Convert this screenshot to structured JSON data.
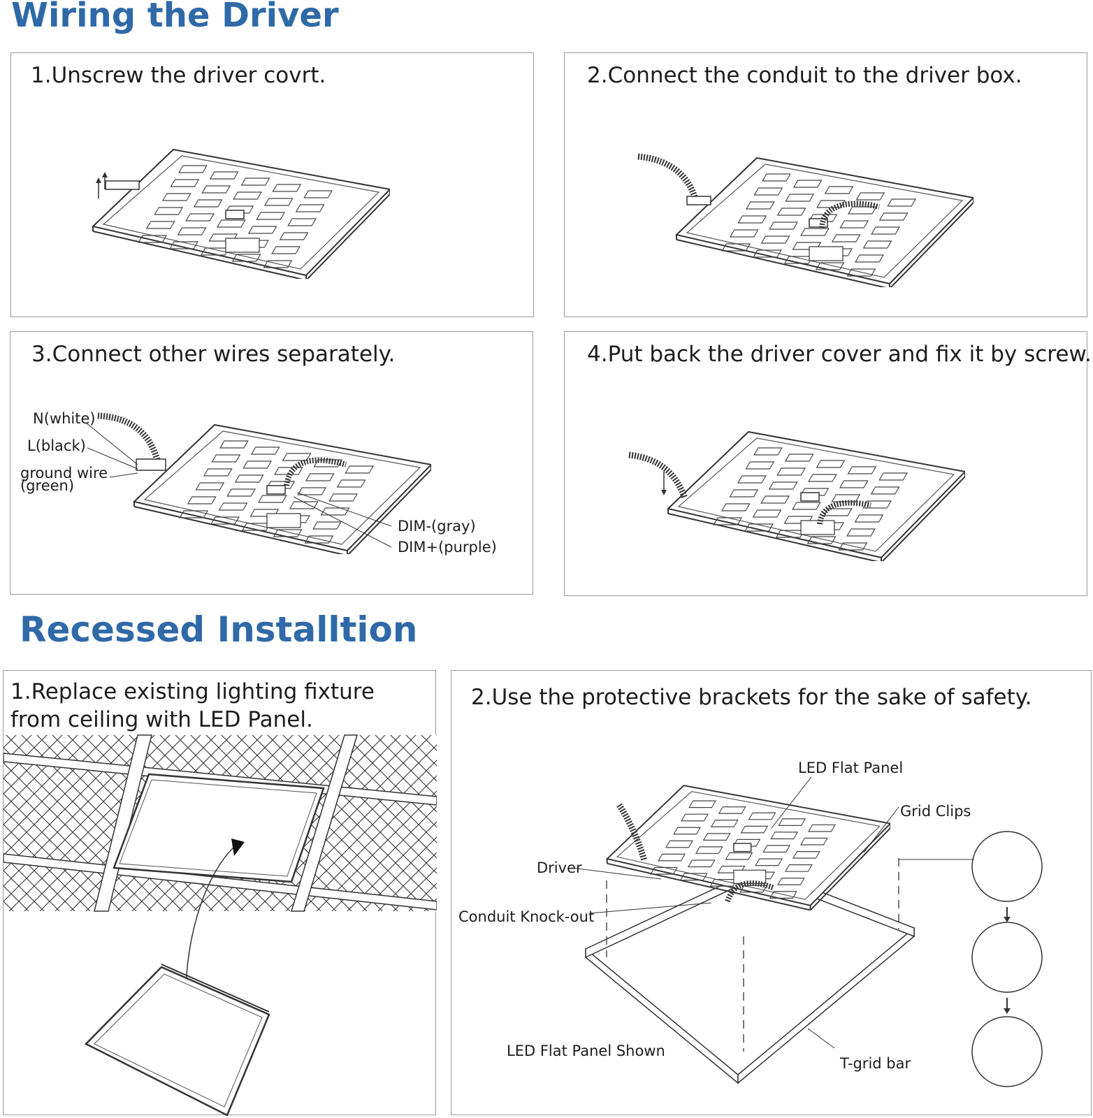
{
  "wiring": {
    "title": "Wiring the Driver",
    "steps": [
      {
        "caption": "1.Unscrew the driver covrt."
      },
      {
        "caption": "2.Connect the conduit to the driver box."
      },
      {
        "caption": "3.Connect other wires separately.",
        "labels": {
          "n_white": "N(white)",
          "l_black": "L(black)",
          "ground_wire": "ground wire",
          "ground_green": "(green)",
          "dim_minus": "DIM-(gray)",
          "dim_plus": "DIM+(purple)"
        }
      },
      {
        "caption": "4.Put back the driver cover and fix it by screw."
      }
    ]
  },
  "recessed": {
    "title": "Recessed Installtion",
    "step1": {
      "caption_line1": "1.Replace existing lighting fixture",
      "caption_line2": "from ceiling with LED Panel."
    },
    "step2": {
      "caption": "2.Use the protective brackets for the sake of safety.",
      "labels": {
        "led_flat_panel": "LED Flat Panel",
        "grid_clips": "Grid Clips",
        "driver": "Driver",
        "conduit_knockout": "Conduit Knock-out",
        "led_flat_panel_shown": "LED Flat Panel Shown",
        "t_grid_bar": "T-grid bar"
      }
    }
  }
}
